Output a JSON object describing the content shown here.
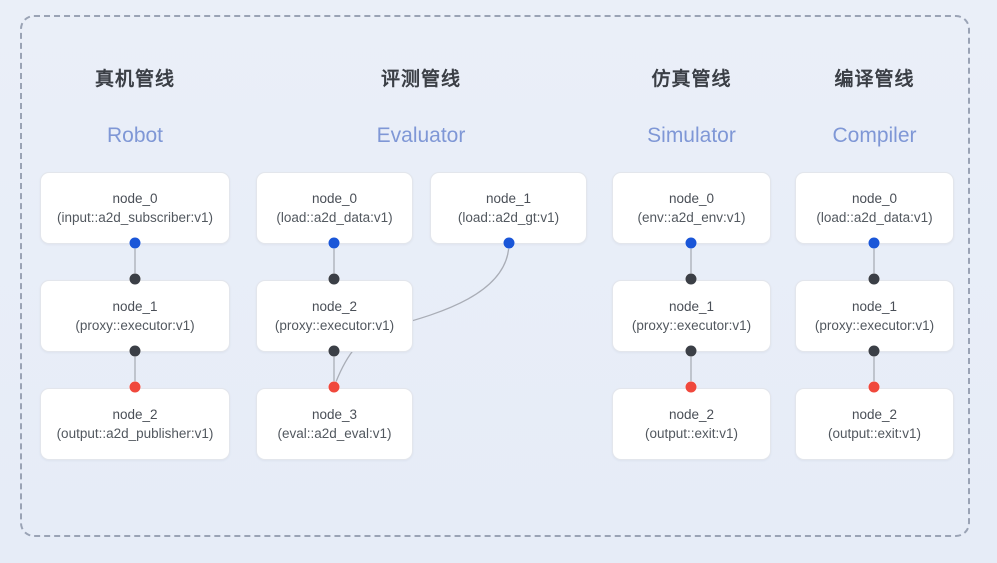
{
  "canvas": {
    "background_color": "#e8edf7",
    "frame": {
      "style": "dashed",
      "border_color": "#9aa3b5",
      "corner_radius": 14
    }
  },
  "palette": {
    "title_cn_color": "#3b3f46",
    "title_en_color": "#7f97d6",
    "node_background": "#ffffff",
    "node_border": "#e3e6ec",
    "port_in_color": "#3b3f46",
    "port_out_blue": "#1a56d8",
    "port_out_red": "#f0483c",
    "edge_color": "#a9adb6"
  },
  "columns": [
    {
      "title_cn": "真机管线",
      "title_en": "Robot",
      "nodes": [
        {
          "name": "node_0",
          "signature": "(input::a2d_subscriber:v1)"
        },
        {
          "name": "node_1",
          "signature": "(proxy::executor:v1)"
        },
        {
          "name": "node_2",
          "signature": "(output::a2d_publisher:v1)"
        }
      ]
    },
    {
      "title_cn": "评测管线",
      "title_en": "Evaluator",
      "nodes": [
        {
          "name": "node_0",
          "signature": "(load::a2d_data:v1)"
        },
        {
          "name": "node_1",
          "signature": "(load::a2d_gt:v1)"
        },
        {
          "name": "node_2",
          "signature": "(proxy::executor:v1)"
        },
        {
          "name": "node_3",
          "signature": "(eval::a2d_eval:v1)"
        }
      ]
    },
    {
      "title_cn": "仿真管线",
      "title_en": "Simulator",
      "nodes": [
        {
          "name": "node_0",
          "signature": "(env::a2d_env:v1)"
        },
        {
          "name": "node_1",
          "signature": "(proxy::executor:v1)"
        },
        {
          "name": "node_2",
          "signature": "(output::exit:v1)"
        }
      ]
    },
    {
      "title_cn": "编译管线",
      "title_en": "Compiler",
      "nodes": [
        {
          "name": "node_0",
          "signature": "(load::a2d_data:v1)"
        },
        {
          "name": "node_1",
          "signature": "(proxy::executor:v1)"
        },
        {
          "name": "node_2",
          "signature": "(output::exit:v1)"
        }
      ]
    }
  ]
}
